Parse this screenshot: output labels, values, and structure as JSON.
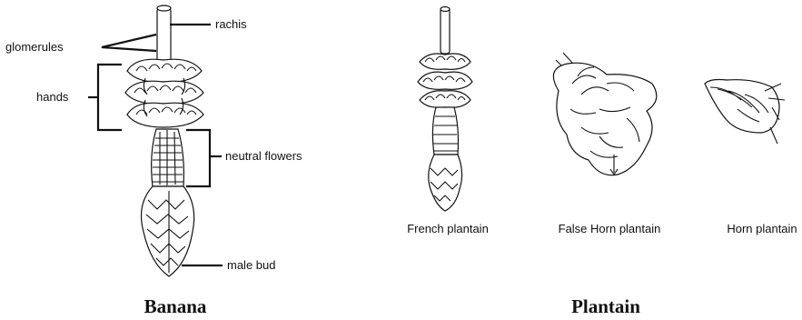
{
  "banana": {
    "labels": {
      "rachis": "rachis",
      "glomerules": "glomerules",
      "hands": "hands",
      "neutral_flowers": "neutral flowers",
      "male_bud": "male bud"
    },
    "caption": "Banana"
  },
  "plantain": {
    "varieties": [
      {
        "label": "French plantain"
      },
      {
        "label": "False Horn plantain"
      },
      {
        "label": "Horn plantain"
      }
    ],
    "caption": "Plantain"
  }
}
